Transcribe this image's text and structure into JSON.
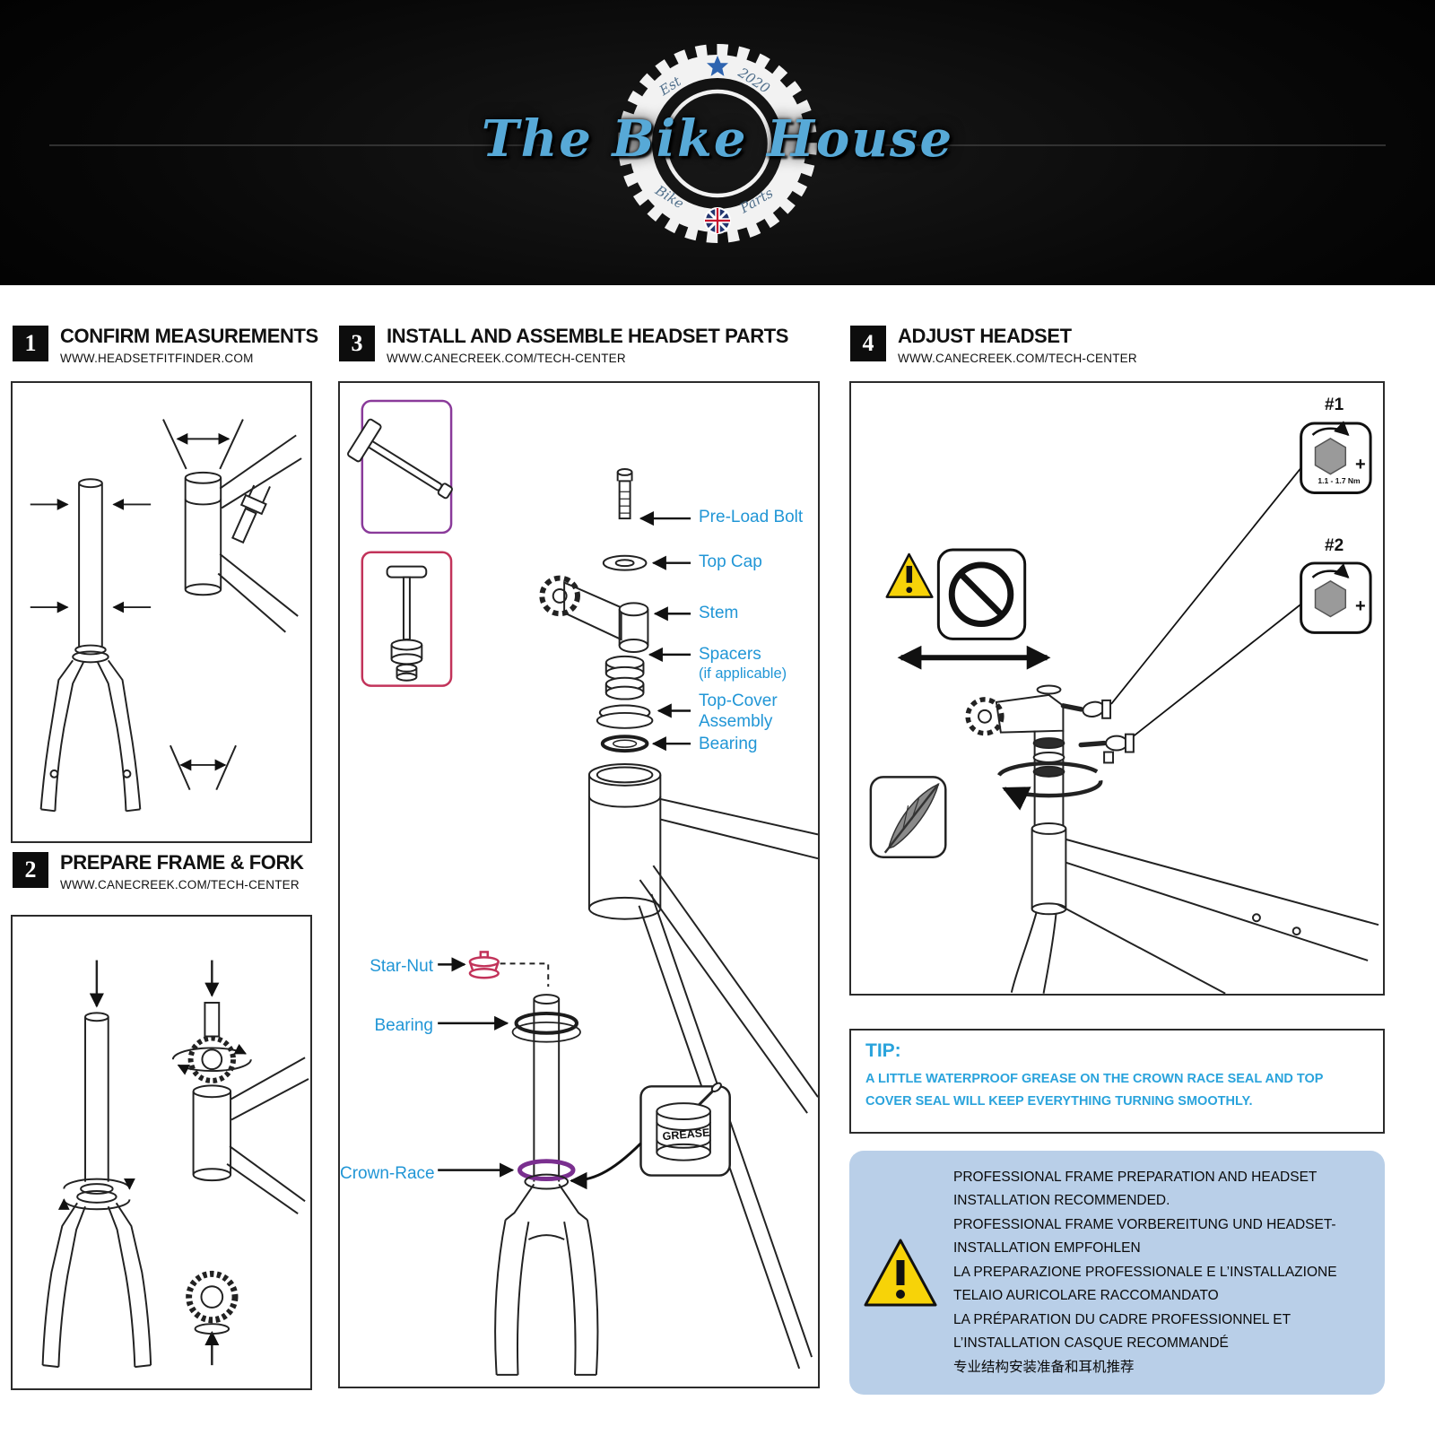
{
  "header": {
    "brand": "The Bike House",
    "est": "Est",
    "year": "2020",
    "bike": "Bike",
    "parts": "Parts"
  },
  "steps": [
    {
      "number": "1",
      "title": "CONFIRM MEASUREMENTS",
      "url": "WWW.HEADSETFITFINDER.COM"
    },
    {
      "number": "2",
      "title": "PREPARE FRAME & FORK",
      "url": "WWW.CANECREEK.COM/TECH-CENTER"
    },
    {
      "number": "3",
      "title": "INSTALL AND ASSEMBLE HEADSET PARTS",
      "url": "WWW.CANECREEK.COM/TECH-CENTER"
    },
    {
      "number": "4",
      "title": "ADJUST HEADSET",
      "url": "WWW.CANECREEK.COM/TECH-CENTER"
    }
  ],
  "assembly": {
    "pre_load_bolt": "Pre-Load Bolt",
    "top_cap": "Top Cap",
    "stem": "Stem",
    "spacers": "Spacers",
    "spacers_note": "(if applicable)",
    "top_cover": "Top-Cover",
    "top_cover2": "Assembly",
    "bearing_top": "Bearing",
    "star_nut": "Star-Nut",
    "bearing_bottom": "Bearing",
    "crown_race": "Crown-Race",
    "grease": "GREASE"
  },
  "adjust": {
    "torque1": "#1",
    "torque2": "#2",
    "torque_range": "1.1 - 1.7 Nm",
    "plus1": "+",
    "plus2": "+"
  },
  "tip": {
    "title": "TIP:",
    "body": "A LITTLE WATERPROOF GREASE ON THE CROWN RACE SEAL AND TOP COVER SEAL WILL KEEP EVERYTHING TURNING SMOOTHLY."
  },
  "notice": {
    "lines": [
      "PROFESSIONAL FRAME PREPARATION AND HEADSET INSTALLATION RECOMMENDED.",
      "PROFESSIONAL FRAME VORBEREITUNG UND HEADSET-INSTALLATION EMPFOHLEN",
      "LA PREPARAZIONE PROFESSIONALE E L’INSTALLAZIONE TELAIO AURICOLARE RACCOMANDATO",
      "LA PRÉPARATION DU CADRE PROFESSIONNEL ET L’INSTALLATION CASQUE RECOMMANDÉ",
      "专业结构安装准备和耳机推荐"
    ]
  },
  "colors": {
    "accent_blue": "#2196d6",
    "star_nut_red": "#c2335a",
    "crown_race_purple": "#7a2f8f",
    "notice_bg": "#b9cfe8",
    "warning_yellow": "#f7d308"
  }
}
